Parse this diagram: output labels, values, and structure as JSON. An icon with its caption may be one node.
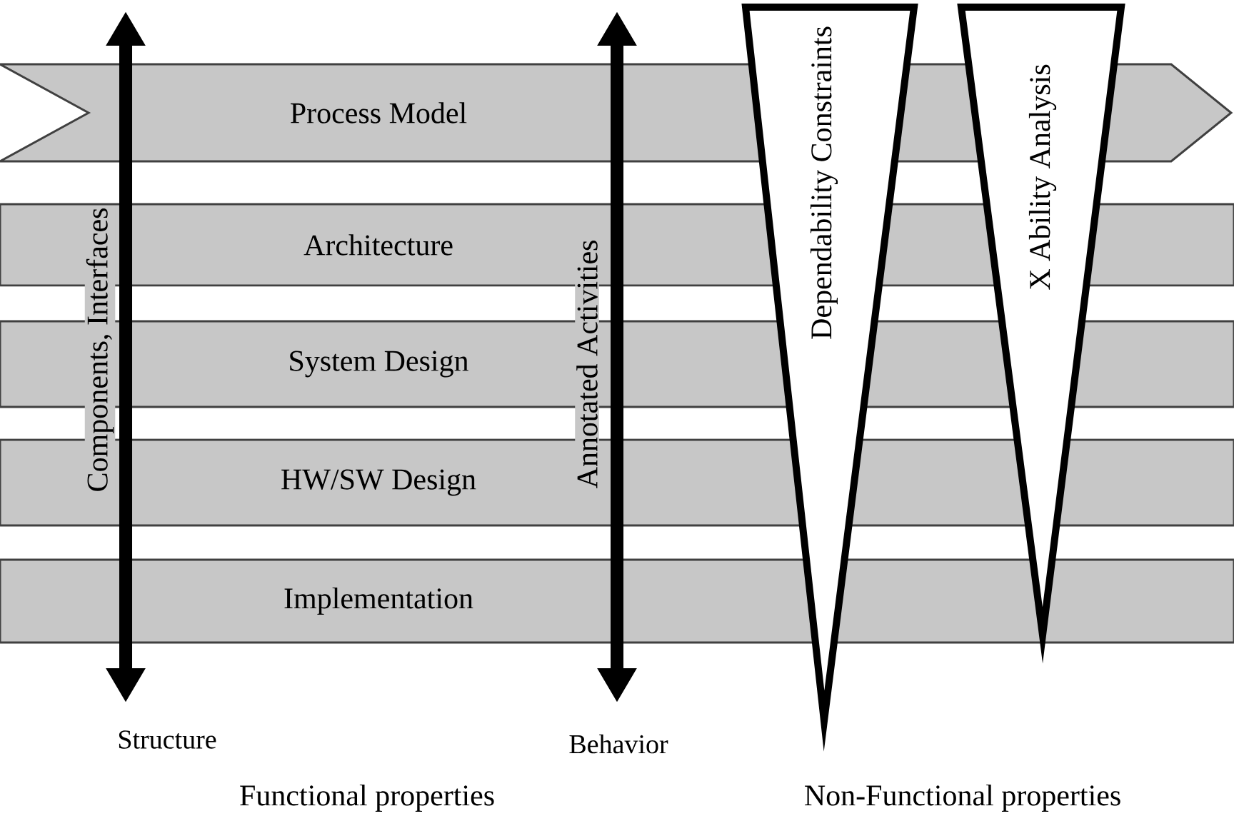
{
  "diagram": {
    "nodes": [
      {
        "text": [
          "Process Model"
        ]
      },
      {
        "text": [
          "Architecture"
        ]
      },
      {
        "text": [
          "System Design"
        ]
      },
      {
        "text": [
          "HW/SW Design"
        ]
      },
      {
        "text": [
          "Implementation"
        ]
      },
      {
        "text": [
          "Dependability Constraints"
        ]
      },
      {
        "text": [
          "X Ability Analysis"
        ]
      }
    ],
    "labels": [
      "Components, Interfaces",
      "Annotated Activities",
      "Structure",
      "Behavior",
      "Functional properties",
      "Non-Functional properties"
    ]
  }
}
